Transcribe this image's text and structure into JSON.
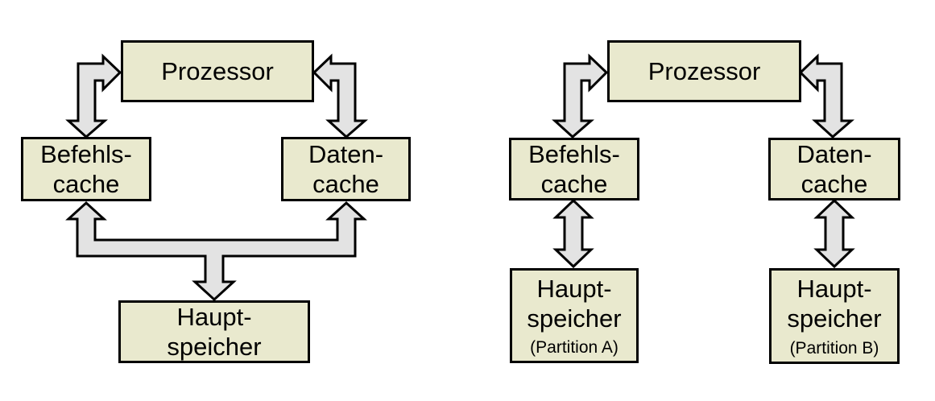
{
  "colors": {
    "background": "#ffffff",
    "box_fill": "#e9e9ce",
    "box_border": "#000000",
    "arrow_fill": "#e3e3e3",
    "arrow_outline": "#000000",
    "text_color": "#000000"
  },
  "left_diagram": {
    "processor": {
      "label": "Prozessor"
    },
    "instruction_cache": {
      "line1": "Befehls-",
      "line2": "cache"
    },
    "data_cache": {
      "line1": "Daten-",
      "line2": "cache"
    },
    "main_memory": {
      "line1": "Haupt-",
      "line2": "speicher"
    }
  },
  "right_diagram": {
    "processor": {
      "label": "Prozessor"
    },
    "instruction_cache": {
      "line1": "Befehls-",
      "line2": "cache"
    },
    "data_cache": {
      "line1": "Daten-",
      "line2": "cache"
    },
    "main_memory_a": {
      "line1": "Haupt-",
      "line2": "speicher",
      "note": "(Partition A)"
    },
    "main_memory_b": {
      "line1": "Haupt-",
      "line2": "speicher",
      "note": "(Partition B)"
    }
  }
}
